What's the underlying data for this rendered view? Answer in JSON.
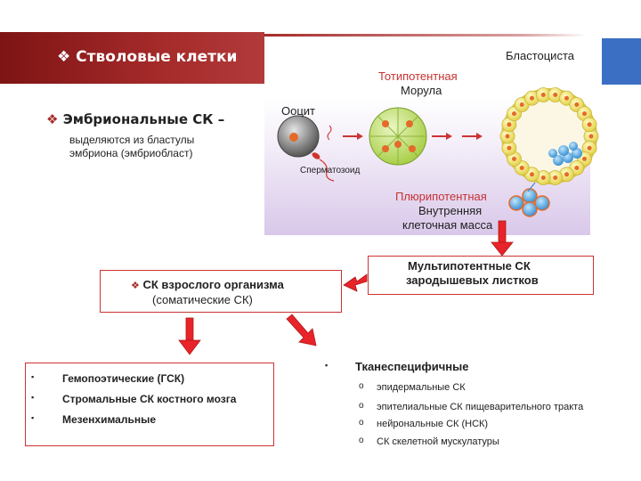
{
  "banner": {
    "bullet": "❖",
    "title": "Стволовые клетки"
  },
  "diagram": {
    "blastocyst": "Бластоциста",
    "totipotent": "Тотипотентная",
    "morula": "Морула",
    "oocyte": "Ооцит",
    "sperm": "Сперматозоид",
    "pluripotent": "Плюрипотентная",
    "inner_mass_1": "Внутренняя",
    "inner_mass_2": "клеточная масса"
  },
  "embryonic": {
    "bullet": "❖",
    "heading": "Эмбриональные СК –",
    "desc_1": "выделяются из бластулы",
    "desc_2": "эмбриона (эмбриобласт)"
  },
  "multipotent": {
    "line_1": "Мультипотентные СК",
    "line_2": "зародышевых листков"
  },
  "adult": {
    "bullet": "❖",
    "line_1": "СК взрослого организма",
    "line_2": "(соматические СК)"
  },
  "left_list": [
    {
      "bullet": "▪",
      "text": "Гемопоэтические (ГСК)"
    },
    {
      "bullet": "▪",
      "text": "Стромальные СК костного мозга"
    },
    {
      "bullet": "▪",
      "text": "Мезенхимальные"
    }
  ],
  "right_list": {
    "bullet": "▪",
    "heading": "Тканеспецифичные",
    "items": [
      {
        "bullet": "o",
        "text": "эпидермальные СК"
      },
      {
        "bullet": "o",
        "text": "эпителиальные СК пищеварительного тракта"
      },
      {
        "bullet": "o",
        "text": "нейрональные СК (НСК)"
      },
      {
        "bullet": "o",
        "text": "СК скелетной мускулатуры"
      }
    ]
  },
  "colors": {
    "banner": "#a52a2a",
    "arrow_red": "#e8232a",
    "box_border": "#cc3333",
    "label_red": "#c63232",
    "accent_blue": "#3a6fc4"
  }
}
